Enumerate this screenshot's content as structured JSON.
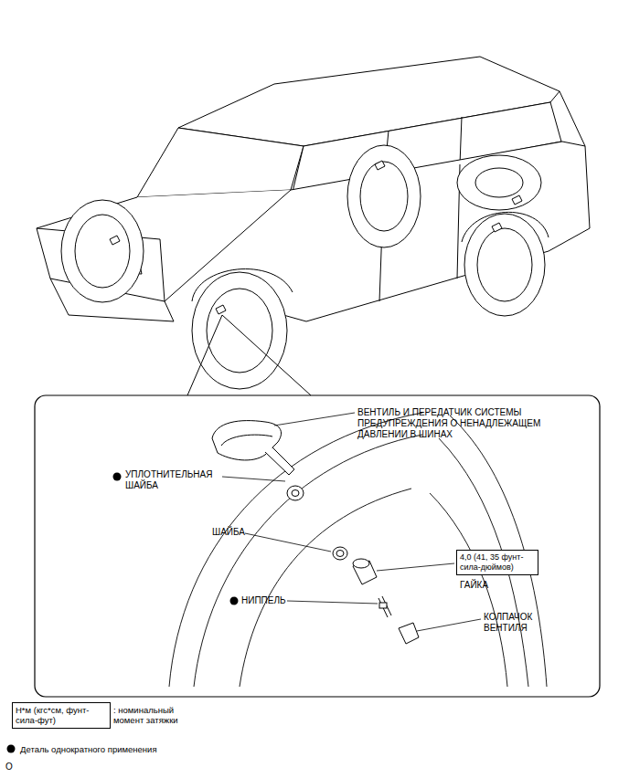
{
  "diagram": {
    "nodes": [
      {
        "text": [
          "4,0 (41, 35 фунт-сила-дюймов)"
        ]
      },
      {
        "text": [
          "Н*м (кгс*см, фунт-сила-фут)"
        ]
      }
    ],
    "labels": [
      "ВЕНТИЛЬ И ПЕРЕДАТЧИК СИСТЕМЫ ПРЕДУПРЕЖДЕНИЯ О НЕНАДЛЕЖАЩЕМ ДАВЛЕНИИ В ШИНАХ",
      "УПЛОТНИТЕЛЬНАЯ ШАЙБА",
      "ШАЙБА",
      "ГАЙКА",
      "НИППЕЛЬ",
      "КОЛПАЧОК ВЕНТИЛЯ",
      ": номинальный момент затяжки",
      "O"
    ],
    "legend": [
      {
        "text": "Деталь однократного применения"
      }
    ]
  }
}
